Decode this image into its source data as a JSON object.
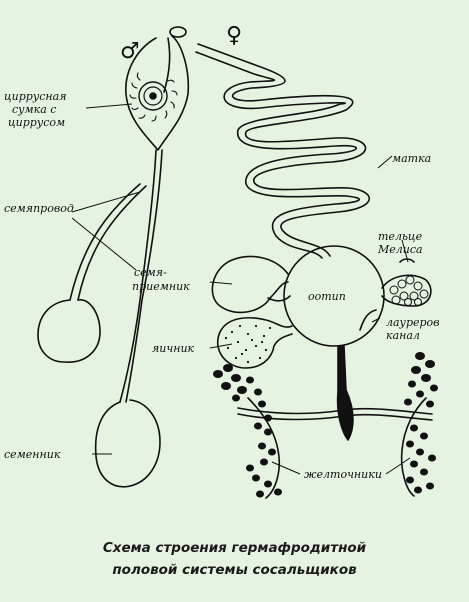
{
  "symbols": {
    "male": "♂",
    "female": "♀"
  },
  "labels": {
    "cirrus_sac": [
      "циррусная",
      "сумка   с",
      "циррусом"
    ],
    "vas_deferens": "семяпровод",
    "seminal_receptacle": [
      "семя-",
      "приемник"
    ],
    "ovary": "яичник",
    "testis": "семенник",
    "uterus": "матка",
    "mehlis_body": [
      "тельце",
      "Мелиса"
    ],
    "ootype": "оотип",
    "laurer_canal": [
      "лауреров",
      "канал"
    ],
    "vitellaria": "желточники"
  },
  "caption": {
    "line1": "Схема строения гермафродитной",
    "line2": "половой системы сосальщиков"
  },
  "colors": {
    "background": "#e6f3e3",
    "ink": "#111111"
  }
}
